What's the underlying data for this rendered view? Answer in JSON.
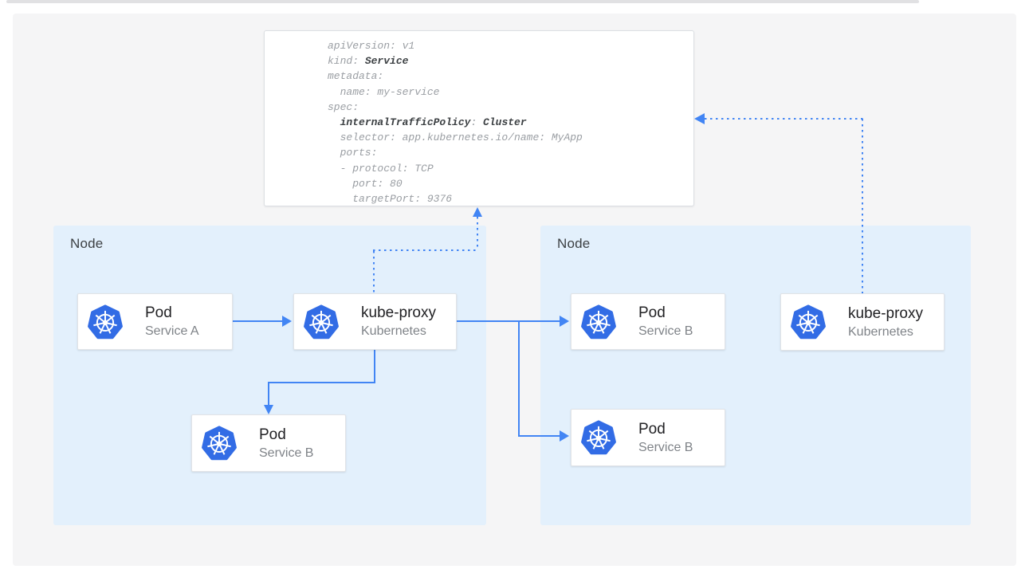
{
  "yaml_card": {
    "lines": [
      [
        {
          "t": "apiVersion: v1",
          "b": false
        }
      ],
      [
        {
          "t": "kind: ",
          "b": false
        },
        {
          "t": "Service",
          "b": true
        }
      ],
      [
        {
          "t": "metadata:",
          "b": false
        }
      ],
      [
        {
          "t": "  name: my-service",
          "b": false
        }
      ],
      [
        {
          "t": "spec:",
          "b": false
        }
      ],
      [
        {
          "t": "  ",
          "b": false
        },
        {
          "t": "internalTrafficPolicy",
          "b": true
        },
        {
          "t": ": ",
          "b": false
        },
        {
          "t": "Cluster",
          "b": true
        }
      ],
      [
        {
          "t": "  selector: app.kubernetes.io/name: MyApp",
          "b": false
        }
      ],
      [
        {
          "t": "  ports:",
          "b": false
        }
      ],
      [
        {
          "t": "  - protocol: TCP",
          "b": false
        }
      ],
      [
        {
          "t": "    port: 80",
          "b": false
        }
      ],
      [
        {
          "t": "    targetPort: 9376",
          "b": false
        }
      ]
    ]
  },
  "left_node": {
    "label": "Node"
  },
  "right_node": {
    "label": "Node"
  },
  "cards": {
    "pod_a": {
      "title": "Pod",
      "subtitle": "Service A"
    },
    "kube_proxy_left": {
      "title": "kube-proxy",
      "subtitle": "Kubernetes"
    },
    "pod_b_left": {
      "title": "Pod",
      "subtitle": "Service B"
    },
    "pod_b_right_top": {
      "title": "Pod",
      "subtitle": "Service B"
    },
    "pod_b_right_bottom": {
      "title": "Pod",
      "subtitle": "Service B"
    },
    "kube_proxy_right": {
      "title": "kube-proxy",
      "subtitle": "Kubernetes"
    }
  },
  "colors": {
    "kubernetes_blue": "#326ce5",
    "arrow_blue": "#4285f4",
    "node_bg": "#e3f0fc",
    "panel_bg": "#f5f5f6"
  }
}
